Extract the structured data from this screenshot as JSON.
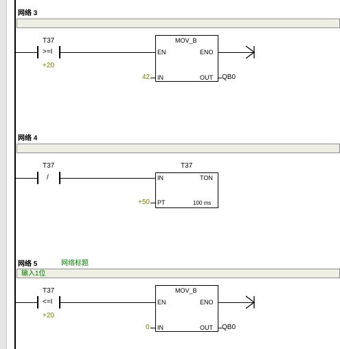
{
  "networks": [
    {
      "title": "网络 3",
      "subtitle": "",
      "comment": "",
      "contact": {
        "address": "T37",
        "operator": ">=I",
        "operand": "+20"
      },
      "block": {
        "name": "MOV_B",
        "en": "EN",
        "eno": "ENO",
        "in_label": "IN",
        "in_value": "42",
        "out_label": "OUT",
        "out_value": "QB0"
      }
    },
    {
      "title": "网络 4",
      "subtitle": "",
      "comment": "",
      "contact": {
        "address": "T37",
        "operator": "/"
      },
      "timer": {
        "name": "T37",
        "in_label": "IN",
        "type": "TON",
        "pt_label": "PT",
        "pt_value": "+50",
        "base": "100 ms"
      }
    },
    {
      "title": "网络 5",
      "subtitle": "网络标题",
      "comment": "输入1位",
      "contact": {
        "address": "T37",
        "operator": "<=I",
        "operand": "+20"
      },
      "block": {
        "name": "MOV_B",
        "en": "EN",
        "eno": "ENO",
        "in_label": "IN",
        "in_value": "0",
        "out_label": "OUT",
        "out_value": "QB0"
      }
    }
  ]
}
